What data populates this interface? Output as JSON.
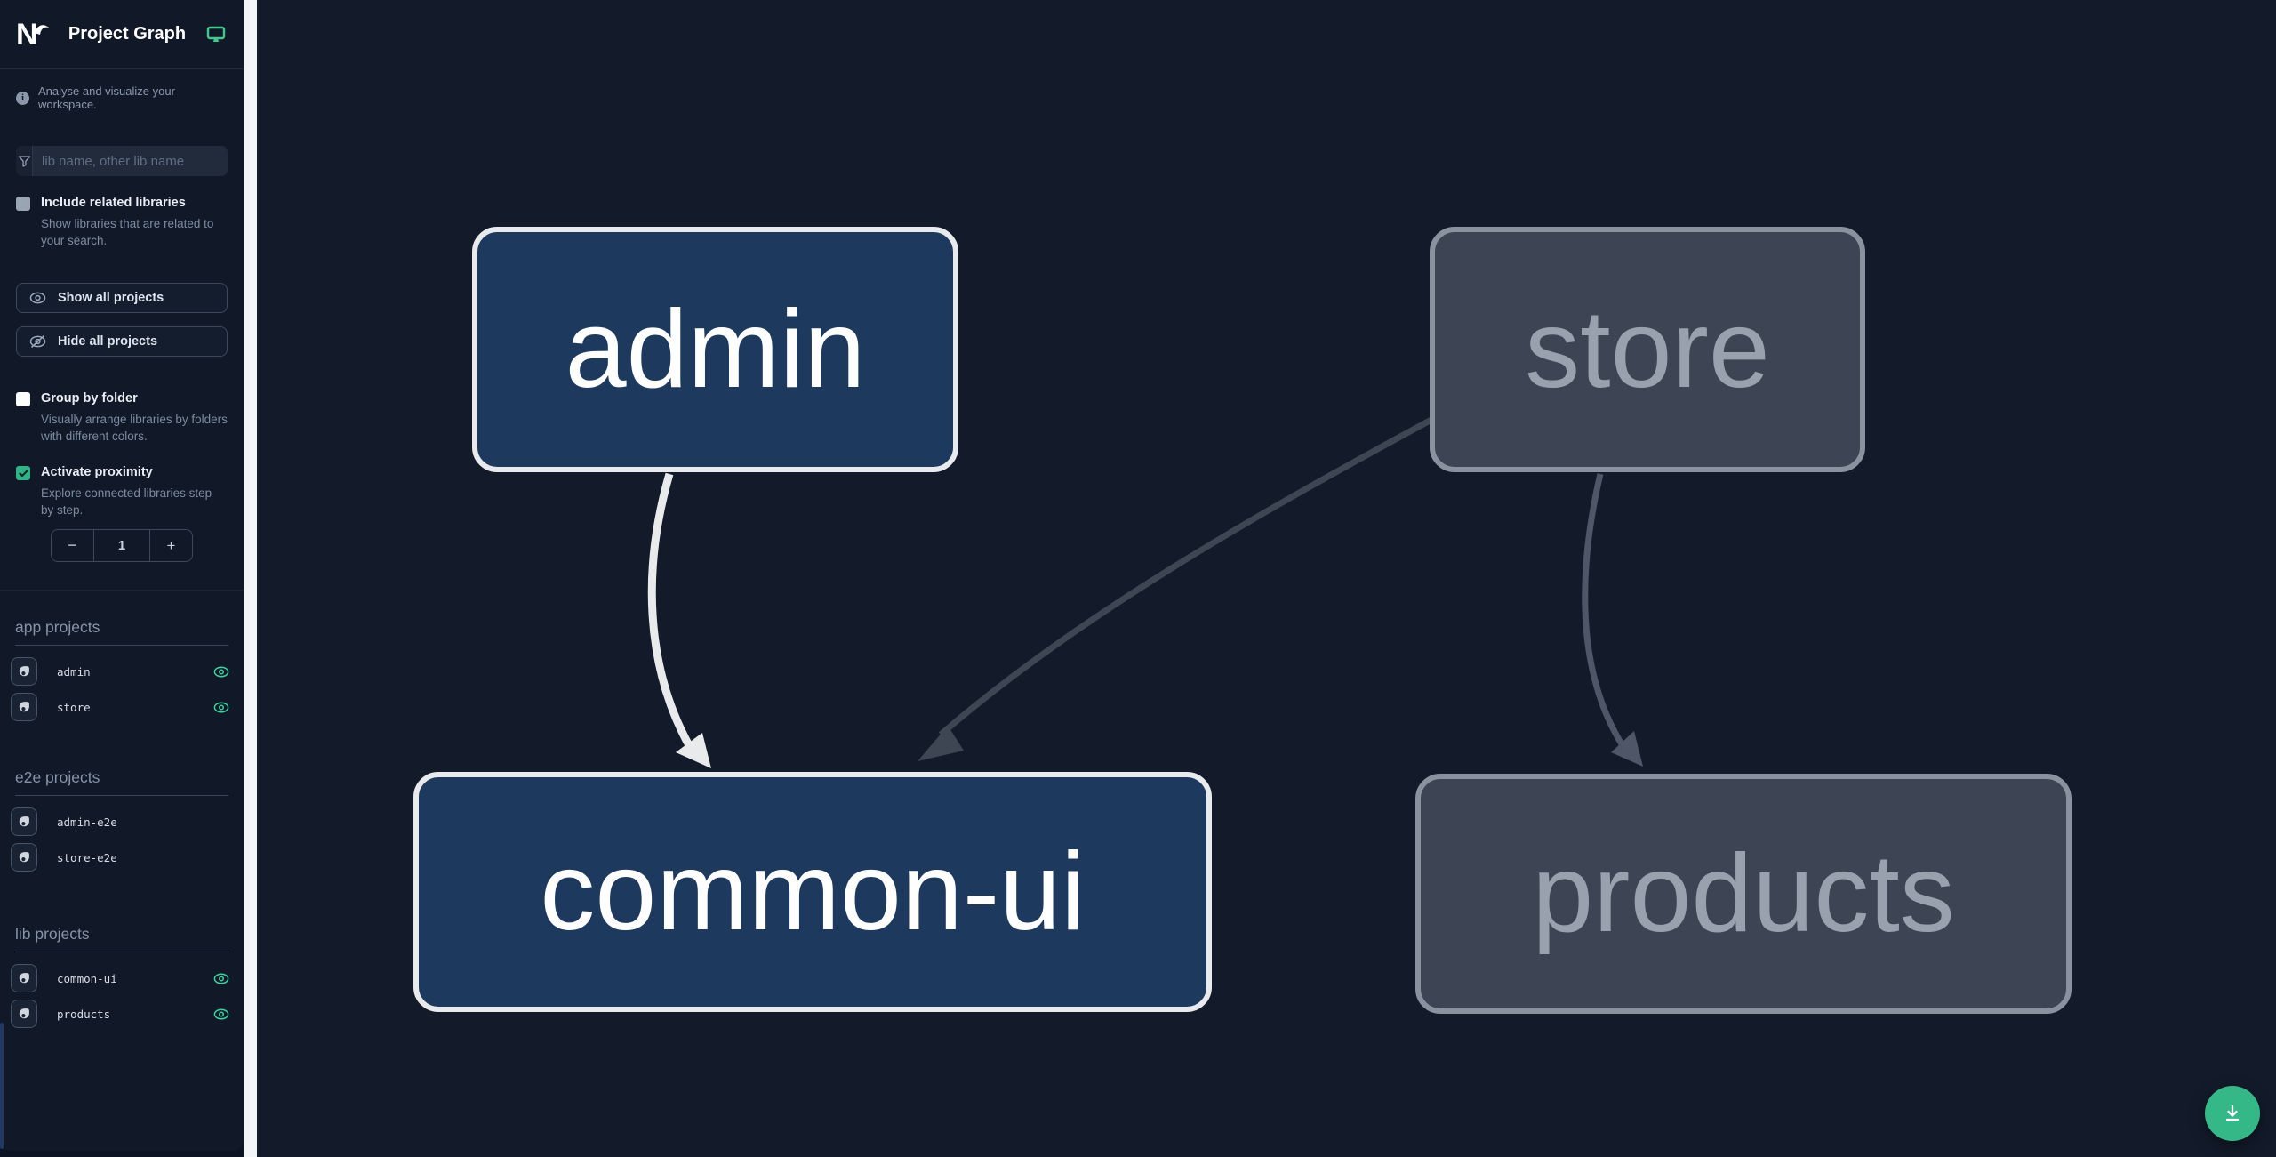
{
  "header": {
    "title": "Project Graph"
  },
  "info": {
    "text": "Analyse and visualize your workspace."
  },
  "filter": {
    "placeholder": "lib name, other lib name"
  },
  "options": {
    "include_related": {
      "label": "Include related libraries",
      "description": "Show libraries that are related to your search.",
      "checked": false
    },
    "group_by_folder": {
      "label": "Group by folder",
      "description": "Visually arrange libraries by folders with different colors.",
      "checked": false
    },
    "activate_proximity": {
      "label": "Activate proximity",
      "description": "Explore connected libraries step by step.",
      "checked": true
    }
  },
  "actions": {
    "show_all": "Show all projects",
    "hide_all": "Hide all projects"
  },
  "stepper": {
    "decrement": "−",
    "value": "1",
    "increment": "+"
  },
  "project_groups": [
    {
      "title": "app projects",
      "items": [
        {
          "label": "admin",
          "visible": true
        },
        {
          "label": "store",
          "visible": true
        }
      ]
    },
    {
      "title": "e2e projects",
      "items": [
        {
          "label": "admin-e2e",
          "visible": false
        },
        {
          "label": "store-e2e",
          "visible": false
        }
      ]
    },
    {
      "title": "lib projects",
      "items": [
        {
          "label": "common-ui",
          "visible": true
        },
        {
          "label": "products",
          "visible": true
        }
      ]
    }
  ],
  "graph": {
    "nodes": [
      {
        "id": "admin",
        "label": "admin",
        "state": "focused"
      },
      {
        "id": "store",
        "label": "store",
        "state": "unfocused"
      },
      {
        "id": "common-ui",
        "label": "common-ui",
        "state": "focused"
      },
      {
        "id": "products",
        "label": "products",
        "state": "unfocused"
      }
    ],
    "edges": [
      {
        "from": "admin",
        "to": "common-ui",
        "color": "#e8eaec"
      },
      {
        "from": "store",
        "to": "common-ui",
        "color": "#3e4654"
      },
      {
        "from": "store",
        "to": "products",
        "color": "#4e5667"
      }
    ]
  },
  "colors": {
    "accent_green": "#35b887",
    "eye_green": "#36d39f",
    "focused_node": "#1d3a5e",
    "dim_node": "#3d4554",
    "canvas_bg": "#131b2b"
  }
}
